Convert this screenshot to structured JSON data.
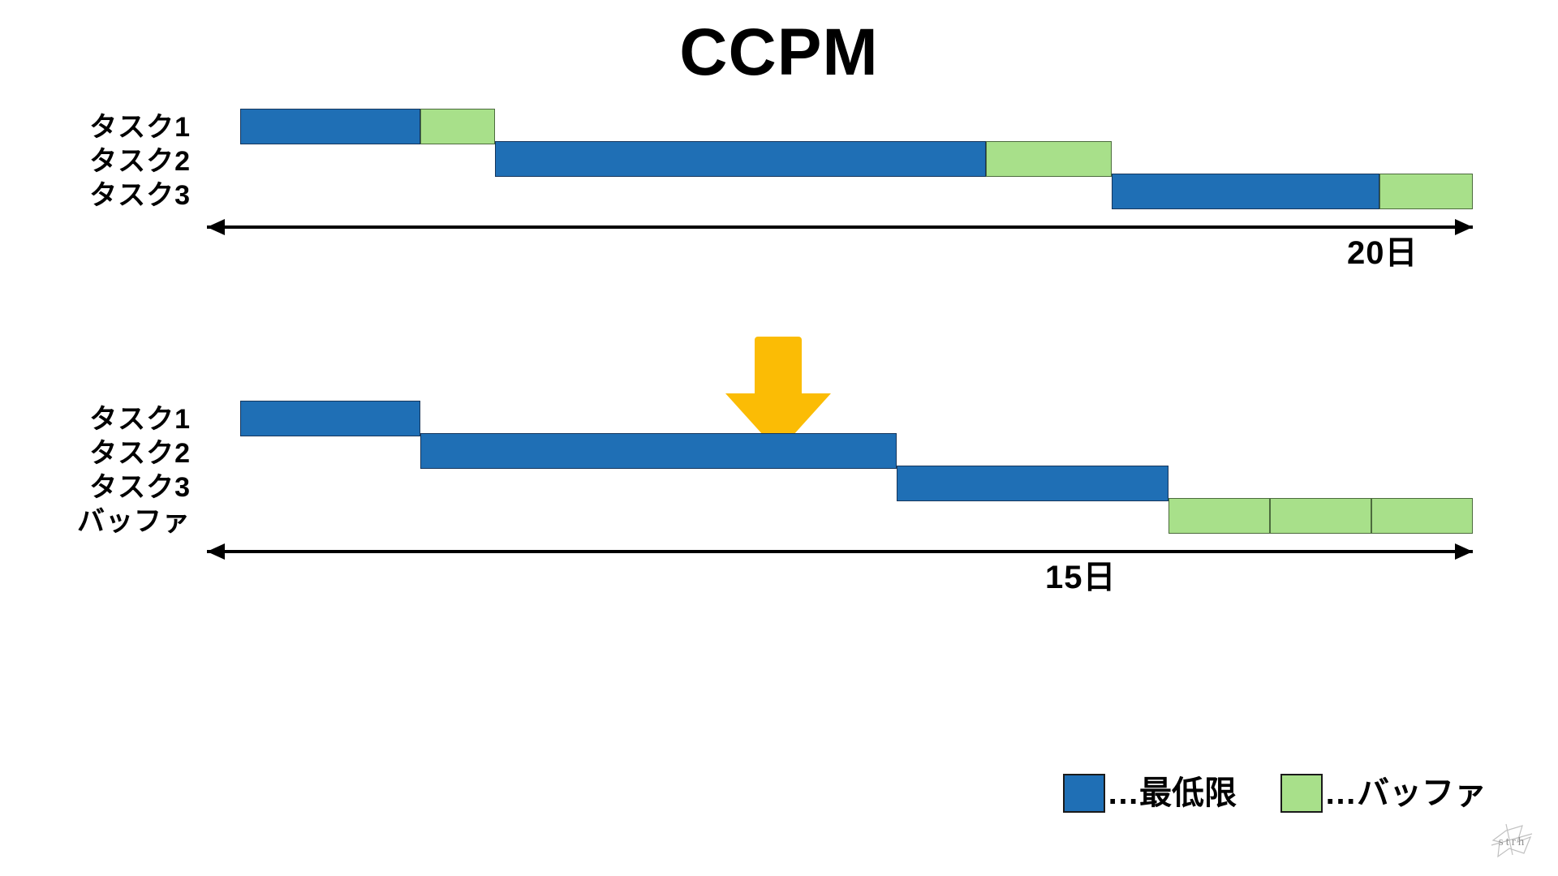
{
  "title": "CCPM",
  "colors": {
    "minimum_blue": "#1F6FB5",
    "buffer_green": "#A8E08A",
    "transition_arrow_orange": "#FBBC05",
    "outline": "#2a2a2a",
    "background": "#FFFFFF",
    "text": "#000000"
  },
  "chart_data": {
    "type": "bar",
    "title": "CCPM",
    "xlabel": "",
    "ylabel": "",
    "charts": [
      {
        "id": "before",
        "name": "conventional-schedule",
        "categories": [
          "タスク1",
          "タスク2",
          "タスク3"
        ],
        "total_label": "20日",
        "total_days": 20,
        "axis_range_days": [
          0,
          20
        ],
        "series": [
          {
            "name": "最低限",
            "color": "#1F6FB5",
            "values": [
              5,
              13.5,
              7.5
            ]
          },
          {
            "name": "バッファ",
            "color": "#A8E08A",
            "values": [
              2,
              3.5,
              2.5
            ]
          }
        ],
        "bars": [
          {
            "row": "タスク1",
            "blue_start_day": 0.5,
            "blue_end_day": 5.5,
            "green_start_day": 5.5,
            "green_end_day": 7.5
          },
          {
            "row": "タスク2",
            "blue_start_day": 7.5,
            "blue_end_day": 21.0,
            "green_start_day": 21.0,
            "green_end_day": 24.5
          },
          {
            "row": "タスク3",
            "blue_start_day": 24.5,
            "blue_end_day": 32.0,
            "green_start_day": 32.0,
            "green_end_day": 34.5
          }
        ]
      },
      {
        "id": "after",
        "name": "ccpm-schedule",
        "categories": [
          "タスク1",
          "タスク2",
          "タスク3",
          "バッファ"
        ],
        "total_label": "15日",
        "total_days": 15,
        "axis_range_days": [
          0,
          15
        ],
        "series": [
          {
            "name": "最低限",
            "color": "#1F6FB5",
            "values": [
              5,
              13.5,
              7.5
            ]
          },
          {
            "name": "バッファ",
            "color": "#A8E08A",
            "segments": 3
          }
        ],
        "bars": [
          {
            "row": "タスク1",
            "blue_start_day": 0.5,
            "blue_end_day": 5.5
          },
          {
            "row": "タスク2",
            "blue_start_day": 5.5,
            "blue_end_day": 19.0
          },
          {
            "row": "タスク3",
            "blue_start_day": 19.0,
            "blue_end_day": 26.5
          },
          {
            "row": "バッファ",
            "green_start_day": 26.5,
            "green_end_day": 34.5,
            "segment_count": 3
          }
        ]
      }
    ]
  },
  "top_chart": {
    "rows": [
      {
        "label": "タスク1"
      },
      {
        "label": "タスク2"
      },
      {
        "label": "タスク3"
      }
    ],
    "axis_label": "20日"
  },
  "bottom_chart": {
    "rows": [
      {
        "label": "タスク1"
      },
      {
        "label": "タスク2"
      },
      {
        "label": "タスク3"
      },
      {
        "label": "バッファ"
      }
    ],
    "axis_label": "15日"
  },
  "transition": {
    "icon": "down-arrow-icon"
  },
  "legend": {
    "items": [
      {
        "swatch": "blue",
        "label": "…最低限"
      },
      {
        "swatch": "green",
        "label": "…バッファ"
      }
    ]
  },
  "watermark": {
    "text": "strh"
  }
}
